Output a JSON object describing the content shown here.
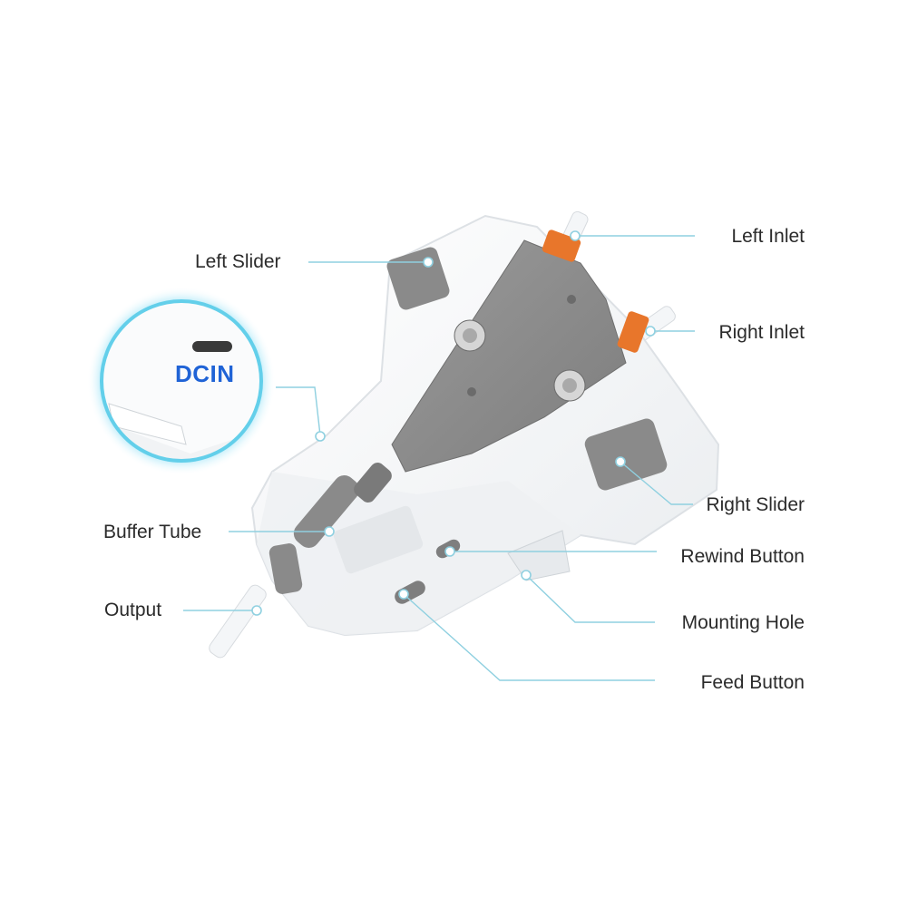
{
  "labels": {
    "left_slider": "Left Slider",
    "left_inlet": "Left Inlet",
    "right_inlet": "Right Inlet",
    "right_slider": "Right Slider",
    "buffer_tube": "Buffer Tube",
    "rewind_button": "Rewind Button",
    "output": "Output",
    "mounting_hole": "Mounting Hole",
    "feed_button": "Feed Button"
  },
  "inset": {
    "port_label": "DCIN"
  },
  "colors": {
    "leader_line": "#8fd0e0",
    "label_text": "#2b2b2b",
    "inset_glow": "#5fd0ee",
    "inset_text": "#1f63d6",
    "plate": "#8f8f8f",
    "slider": "#8a8a8a",
    "accent_orange": "#e8762b"
  }
}
